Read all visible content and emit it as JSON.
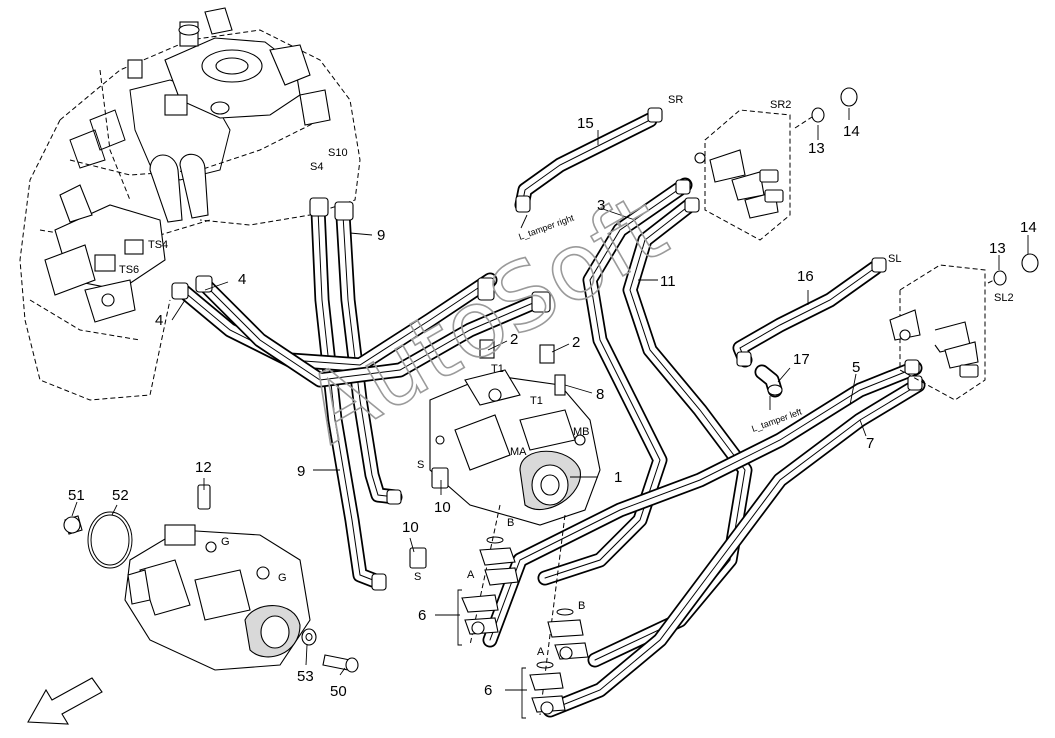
{
  "diagram": {
    "watermark": "AutoSoft",
    "callouts": {
      "c1": "1",
      "c2a": "2",
      "c2b": "2",
      "c3": "3",
      "c4a": "4",
      "c4b": "4",
      "c5": "5",
      "c6a": "6",
      "c6b": "6",
      "c7": "7",
      "c8": "8",
      "c9a": "9",
      "c9b": "9",
      "c10a": "10",
      "c10b": "10",
      "c11": "11",
      "c12": "12",
      "c13a": "13",
      "c13b": "13",
      "c14a": "14",
      "c14b": "14",
      "c15": "15",
      "c16": "16",
      "c17": "17",
      "c50": "50",
      "c51": "51",
      "c52": "52",
      "c53": "53"
    },
    "port_labels": {
      "sr": "SR",
      "sr2": "SR2",
      "sl": "SL",
      "sl2": "SL2",
      "s4": "S4",
      "s10": "S10",
      "ts4": "TS4",
      "ts6": "TS6",
      "t1": "T1",
      "t1b": "T1",
      "ma": "MA",
      "mb": "MB",
      "s_a": "S",
      "s_b": "S",
      "a1": "A",
      "a2": "A",
      "b1": "B",
      "b2": "B",
      "g1": "G",
      "g2": "G"
    },
    "notes": {
      "tamper_right": "L_tamper right",
      "tamper_left": "L_tamper left"
    }
  }
}
